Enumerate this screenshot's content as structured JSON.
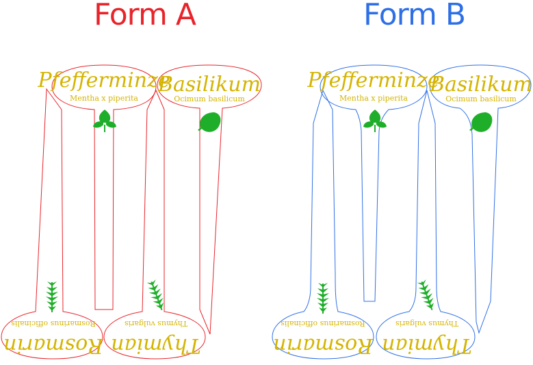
{
  "forms": [
    {
      "id": "a",
      "title": "Form A",
      "color": "#e8232a",
      "labels": [
        {
          "name": "Pfefferminze",
          "latin": "Mentha x piperita"
        },
        {
          "name": "Basilikum",
          "latin": "Ocimum basilicum"
        },
        {
          "name": "Rosmarin",
          "latin": "Rosmarinus officinalis"
        },
        {
          "name": "Thymian",
          "latin": "Thymus vulgaris"
        }
      ]
    },
    {
      "id": "b",
      "title": "Form B",
      "color": "#2e6fe6",
      "labels": [
        {
          "name": "Pfefferminze",
          "latin": "Mentha x piperita"
        },
        {
          "name": "Basilikum",
          "latin": "Ocimum basilicum"
        },
        {
          "name": "Rosmarin",
          "latin": "Rosmarinus officinalis"
        },
        {
          "name": "Thymian",
          "latin": "Thymus vulgaris"
        }
      ]
    }
  ],
  "text_color": "#d4b400",
  "leaf_color": "#1fae2a",
  "icons": [
    "mint-leaf-icon",
    "basil-leaf-icon",
    "rosemary-sprig-icon",
    "thyme-sprig-icon"
  ]
}
